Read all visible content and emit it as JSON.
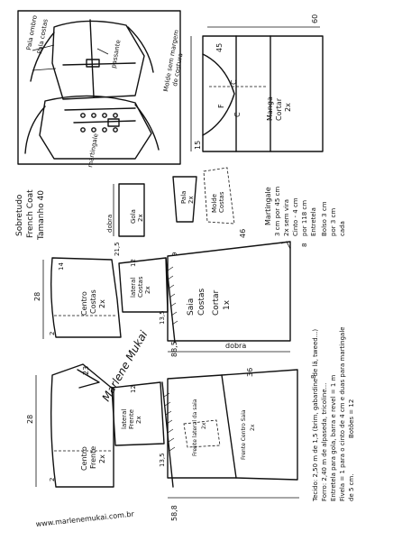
{
  "title": {
    "line1": "Sobretudo",
    "line2": "French Coat",
    "size": "Tamanho 40"
  },
  "sketch_notes": {
    "pala_ombro": "Pala ombro",
    "pala_costas": "Pala costas",
    "passante": "passante",
    "molde_sem_margem": "Molde sem margem",
    "de_costura": "de costura",
    "martingale": "martingale"
  },
  "sleeve": {
    "piece": "Manga",
    "cut": "Cortar",
    "qty": "2x",
    "dim_width": "60",
    "dim_seam": "45",
    "dim_mark": "15",
    "letters": [
      "C",
      "F",
      "C"
    ]
  },
  "small_pieces": {
    "gola": "Gola",
    "gola_qty": "2x",
    "dobra": "dobra",
    "pala": "Pala",
    "pala_qty": "2x",
    "molde_costas": "Molde",
    "costas": "Costas"
  },
  "notions": {
    "martingale": "Martingale",
    "l1": "3 cm por 45 cm",
    "l2": "2x sem vira",
    "l3": "Cinto - 4 cm",
    "l4": "por 118 cm",
    "l5": "Entretela",
    "l6": "Bolso 3 cm",
    "l7": "por 3 cm",
    "l8": "cada"
  },
  "back": {
    "centro": "Centro",
    "costas": "Costas",
    "qty": "2x",
    "lateral": "lateral",
    "lateral_piece": "Costas",
    "lateral_qty": "2x",
    "saia": "Saia",
    "saia_piece": "Costas",
    "saia_cut": "Cortar",
    "saia_qty": "1x",
    "dobra": "dobra",
    "dim_28": "28",
    "dim_215": "21,5",
    "dim_46": "46",
    "dim_8": "8",
    "dim_9": "9",
    "dim_135": "13,5",
    "dim_14": "14",
    "dim_12": "12",
    "dim_2": "2"
  },
  "front": {
    "centro": "Centro",
    "frente": "Frente",
    "qty": "2x",
    "lateral": "lateral",
    "lateral_piece": "Frente",
    "lateral_qty": "2x",
    "saia_lateral": "Frente lateral da saia",
    "saia_lateral_qty": "2x",
    "saia_frente": "Frente Centro Saia",
    "saia_frente_qty": "2x",
    "dim_28": "28",
    "dim_23": "23",
    "dim_36": "36",
    "dim_8": "8",
    "dim_135": "13,5",
    "dim_12": "12",
    "dim_2": "2"
  },
  "fabric": {
    "t1": "Tecido: 2,50 m de 1,5 (brim, gabardine de lã, tweed...)",
    "t2": "Forro: 2,40 m de alpaseda, tricoline...",
    "t3": "Entretela para gola, barra e revel = 1 m",
    "t4": "Fivela = 1 para o cinto de 4 cm e duas para martingale",
    "t5": "de 5 cm.",
    "t6": "Botões = 12"
  },
  "dims_bottom": {
    "left": "88,5",
    "right": "58,8"
  },
  "signature": "Marlene Mukai",
  "website": "www.marlenemukai.com.br"
}
